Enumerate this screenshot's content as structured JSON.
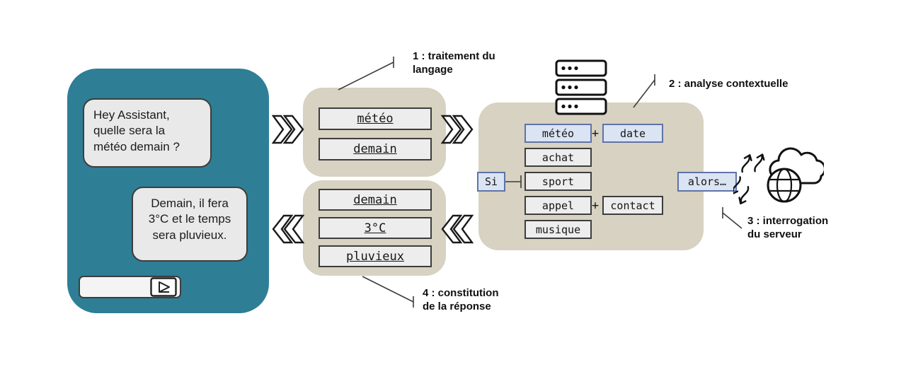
{
  "phone": {
    "user_bubble": "Hey Assistant,\nquelle sera la\nmétéo demain ?",
    "assistant_bubble": "Demain, il fera\n3°C et le temps\nsera pluvieux.",
    "input_value": ""
  },
  "step1": {
    "label": "1 : traitement du langage",
    "tokens": [
      "météo",
      "demain"
    ]
  },
  "step2": {
    "label": "2 : analyse contextuelle",
    "si": "Si",
    "alors": "alors…",
    "rows": [
      {
        "intent": "météo",
        "plus": "+",
        "extra": "date"
      },
      {
        "intent": "achat"
      },
      {
        "intent": "sport"
      },
      {
        "intent": "appel",
        "plus": "+",
        "extra": "contact"
      },
      {
        "intent": "musique"
      }
    ]
  },
  "step3": {
    "label": "3 : interrogation du serveur"
  },
  "step4": {
    "label": "4 : constitution de la réponse",
    "tokens": [
      "demain",
      "3°C",
      "pluvieux"
    ]
  },
  "icons": {
    "send": "triangle-play-in-box",
    "server": "stacked-server-rack",
    "cloud_globe": "internet-cloud-with-globe",
    "sync_arrows": "wavy-exchange-arrows",
    "chevrons_right": "double-chevron-right",
    "chevrons_left": "double-chevron-left"
  },
  "colors": {
    "ink": "#1f1f1f",
    "phone_fill": "#2e7e96",
    "panel_fill": "#d7d2c1",
    "box_fill": "#ededed",
    "box_border": "#3d3d3d",
    "highlight_fill": "#dbe4f3",
    "highlight_border": "#6073a8",
    "bubble_fill": "#e9e9e9"
  }
}
